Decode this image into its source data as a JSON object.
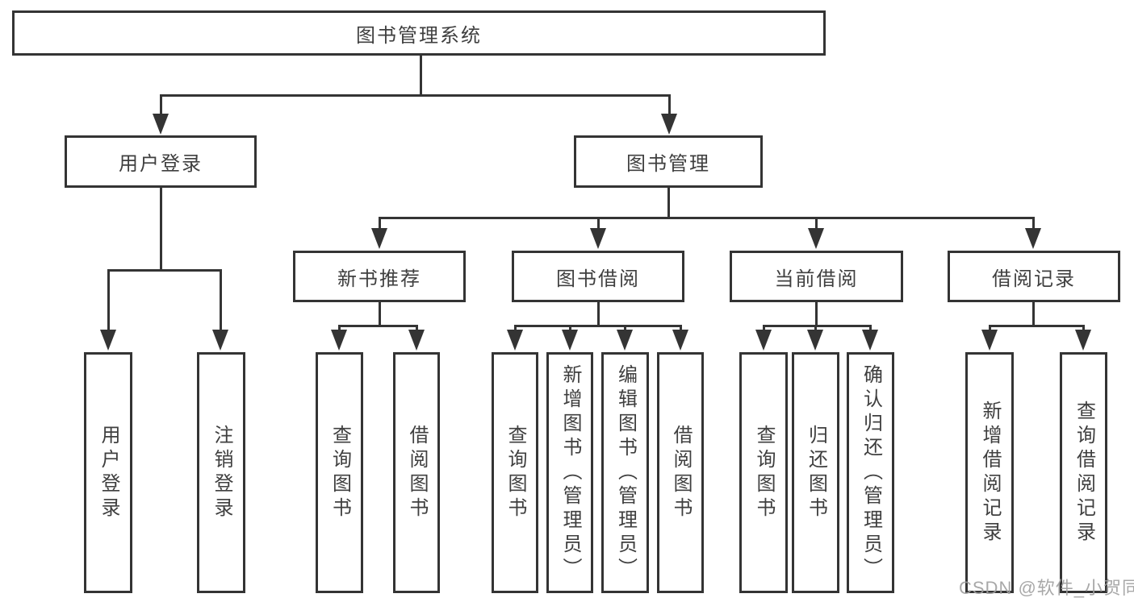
{
  "diagram": {
    "root": {
      "label": "图书管理系统",
      "children": [
        {
          "label": "用户登录",
          "children": [
            {
              "label": "用户登录"
            },
            {
              "label": "注销登录"
            }
          ]
        },
        {
          "label": "图书管理",
          "children": [
            {
              "label": "新书推荐",
              "children": [
                {
                  "label": "查询图书"
                },
                {
                  "label": "借阅图书"
                }
              ]
            },
            {
              "label": "图书借阅",
              "children": [
                {
                  "label": "查询图书"
                },
                {
                  "label": "新增图书（管理员）"
                },
                {
                  "label": "编辑图书（管理员）"
                },
                {
                  "label": "借阅图书"
                }
              ]
            },
            {
              "label": "当前借阅",
              "children": [
                {
                  "label": "查询图书"
                },
                {
                  "label": "归还图书"
                },
                {
                  "label": "确认归还（管理员）"
                }
              ]
            },
            {
              "label": "借阅记录",
              "children": [
                {
                  "label": "新增借阅记录"
                },
                {
                  "label": "查询借阅记录"
                }
              ]
            }
          ]
        }
      ]
    }
  },
  "watermark": {
    "text": "CSDN @软件_小贺同学"
  },
  "colors": {
    "line": "#343434",
    "text": "#3f3f3f",
    "background": "#ffffff",
    "watermark": "#9e9e9e"
  }
}
